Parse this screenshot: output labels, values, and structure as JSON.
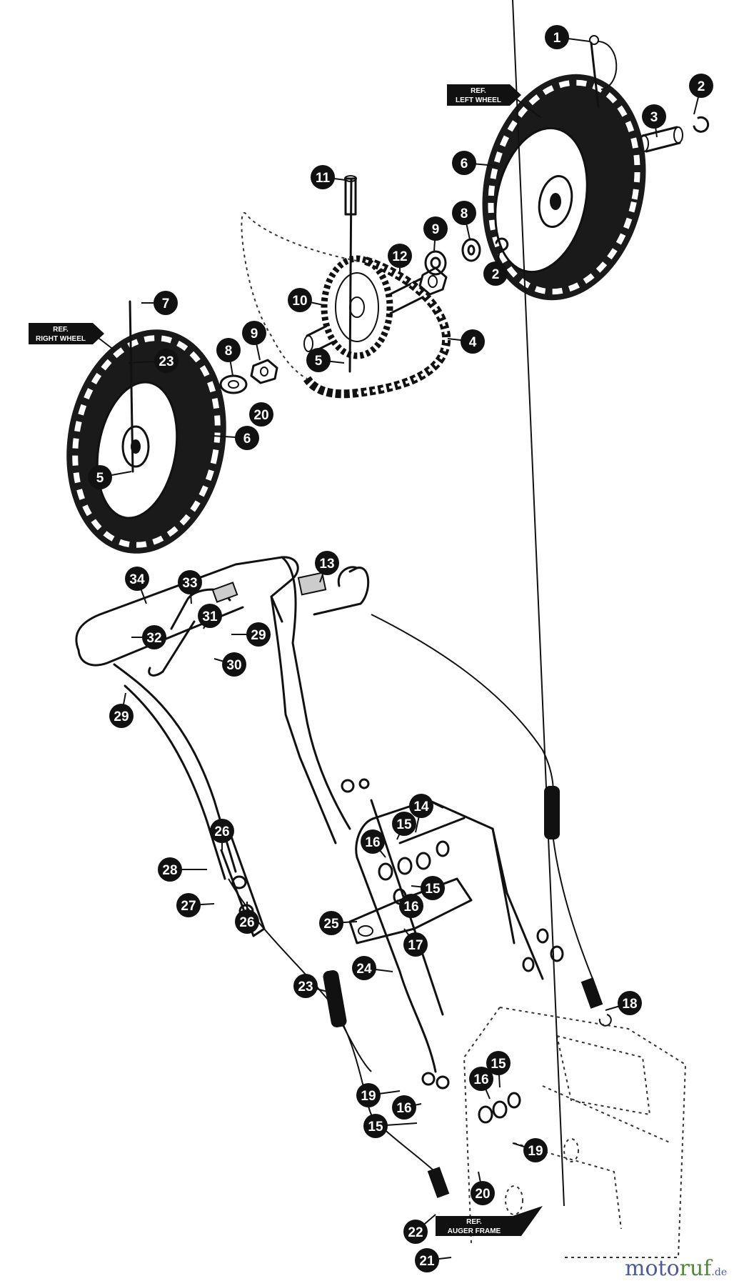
{
  "diagram": {
    "callouts": [
      {
        "id": "c1",
        "label": "1"
      },
      {
        "id": "c2a",
        "label": "2"
      },
      {
        "id": "c3",
        "label": "3"
      },
      {
        "id": "c6a",
        "label": "6"
      },
      {
        "id": "c8a",
        "label": "8"
      },
      {
        "id": "c9a",
        "label": "9"
      },
      {
        "id": "c2b",
        "label": "2"
      },
      {
        "id": "c11",
        "label": "11"
      },
      {
        "id": "c12",
        "label": "12"
      },
      {
        "id": "c10",
        "label": "10"
      },
      {
        "id": "c4",
        "label": "4"
      },
      {
        "id": "c5a",
        "label": "5"
      },
      {
        "id": "c7",
        "label": "7"
      },
      {
        "id": "c8b",
        "label": "8"
      },
      {
        "id": "c9b",
        "label": "9"
      },
      {
        "id": "c23a",
        "label": "23"
      },
      {
        "id": "c20a",
        "label": "20"
      },
      {
        "id": "c6b",
        "label": "6"
      },
      {
        "id": "c5b",
        "label": "5"
      },
      {
        "id": "c34",
        "label": "34"
      },
      {
        "id": "c33",
        "label": "33"
      },
      {
        "id": "c13",
        "label": "13"
      },
      {
        "id": "c31",
        "label": "31"
      },
      {
        "id": "c32",
        "label": "32"
      },
      {
        "id": "c29a",
        "label": "29"
      },
      {
        "id": "c30",
        "label": "30"
      },
      {
        "id": "c29b",
        "label": "29"
      },
      {
        "id": "c14",
        "label": "14"
      },
      {
        "id": "c15a",
        "label": "15"
      },
      {
        "id": "c16a",
        "label": "16"
      },
      {
        "id": "c15b",
        "label": "15"
      },
      {
        "id": "c26a",
        "label": "26"
      },
      {
        "id": "c28",
        "label": "28"
      },
      {
        "id": "c16b",
        "label": "16"
      },
      {
        "id": "c27",
        "label": "27"
      },
      {
        "id": "c26b",
        "label": "26"
      },
      {
        "id": "c25",
        "label": "25"
      },
      {
        "id": "c17",
        "label": "17"
      },
      {
        "id": "c24",
        "label": "24"
      },
      {
        "id": "c23b",
        "label": "23"
      },
      {
        "id": "c18",
        "label": "18"
      },
      {
        "id": "c15c",
        "label": "15"
      },
      {
        "id": "c16c",
        "label": "16"
      },
      {
        "id": "c19a",
        "label": "19"
      },
      {
        "id": "c16d",
        "label": "16"
      },
      {
        "id": "c15d",
        "label": "15"
      },
      {
        "id": "c19b",
        "label": "19"
      },
      {
        "id": "c20b",
        "label": "20"
      },
      {
        "id": "c22",
        "label": "22"
      },
      {
        "id": "c21",
        "label": "21"
      }
    ],
    "ref_labels": [
      {
        "id": "ref-left-wheel",
        "line1": "REF.",
        "line2": "LEFT WHEEL"
      },
      {
        "id": "ref-right-wheel",
        "line1": "REF.",
        "line2": "RIGHT WHEEL"
      },
      {
        "id": "ref-auger-frame",
        "line1": "REF.",
        "line2": "AUGER FRAME"
      }
    ]
  },
  "watermark": {
    "part1": "moto",
    "part2": "ruf",
    "suffix": ".de"
  }
}
